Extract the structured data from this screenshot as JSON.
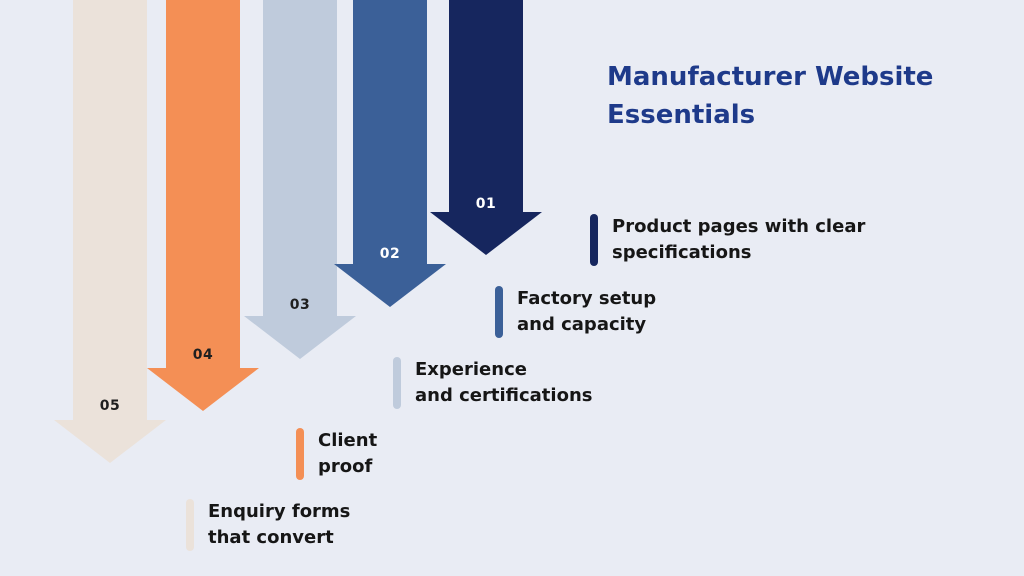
{
  "title": "Manufacturer Website Essentials",
  "colors": {
    "background": "#e9ecf4",
    "title": "#1e3a8a",
    "arrow_01": "#16265e",
    "arrow_02": "#3b6098",
    "arrow_03": "#bfcbdc",
    "arrow_04": "#f48f55",
    "arrow_05": "#ebe2da"
  },
  "steps": [
    {
      "number": "01",
      "label": "Product pages with clear\nspecifications",
      "color": "#16265e",
      "number_color": "#ffffff"
    },
    {
      "number": "02",
      "label": "Factory setup\nand capacity",
      "color": "#3b6098",
      "number_color": "#ffffff"
    },
    {
      "number": "03",
      "label": "Experience\nand certifications",
      "color": "#bfcbdc",
      "number_color": "#1f1f1f"
    },
    {
      "number": "04",
      "label": "Client\nproof",
      "color": "#f48f55",
      "number_color": "#1f1f1f"
    },
    {
      "number": "05",
      "label": "Enquiry forms\nthat convert",
      "color": "#ebe2da",
      "number_color": "#1f1f1f"
    }
  ]
}
